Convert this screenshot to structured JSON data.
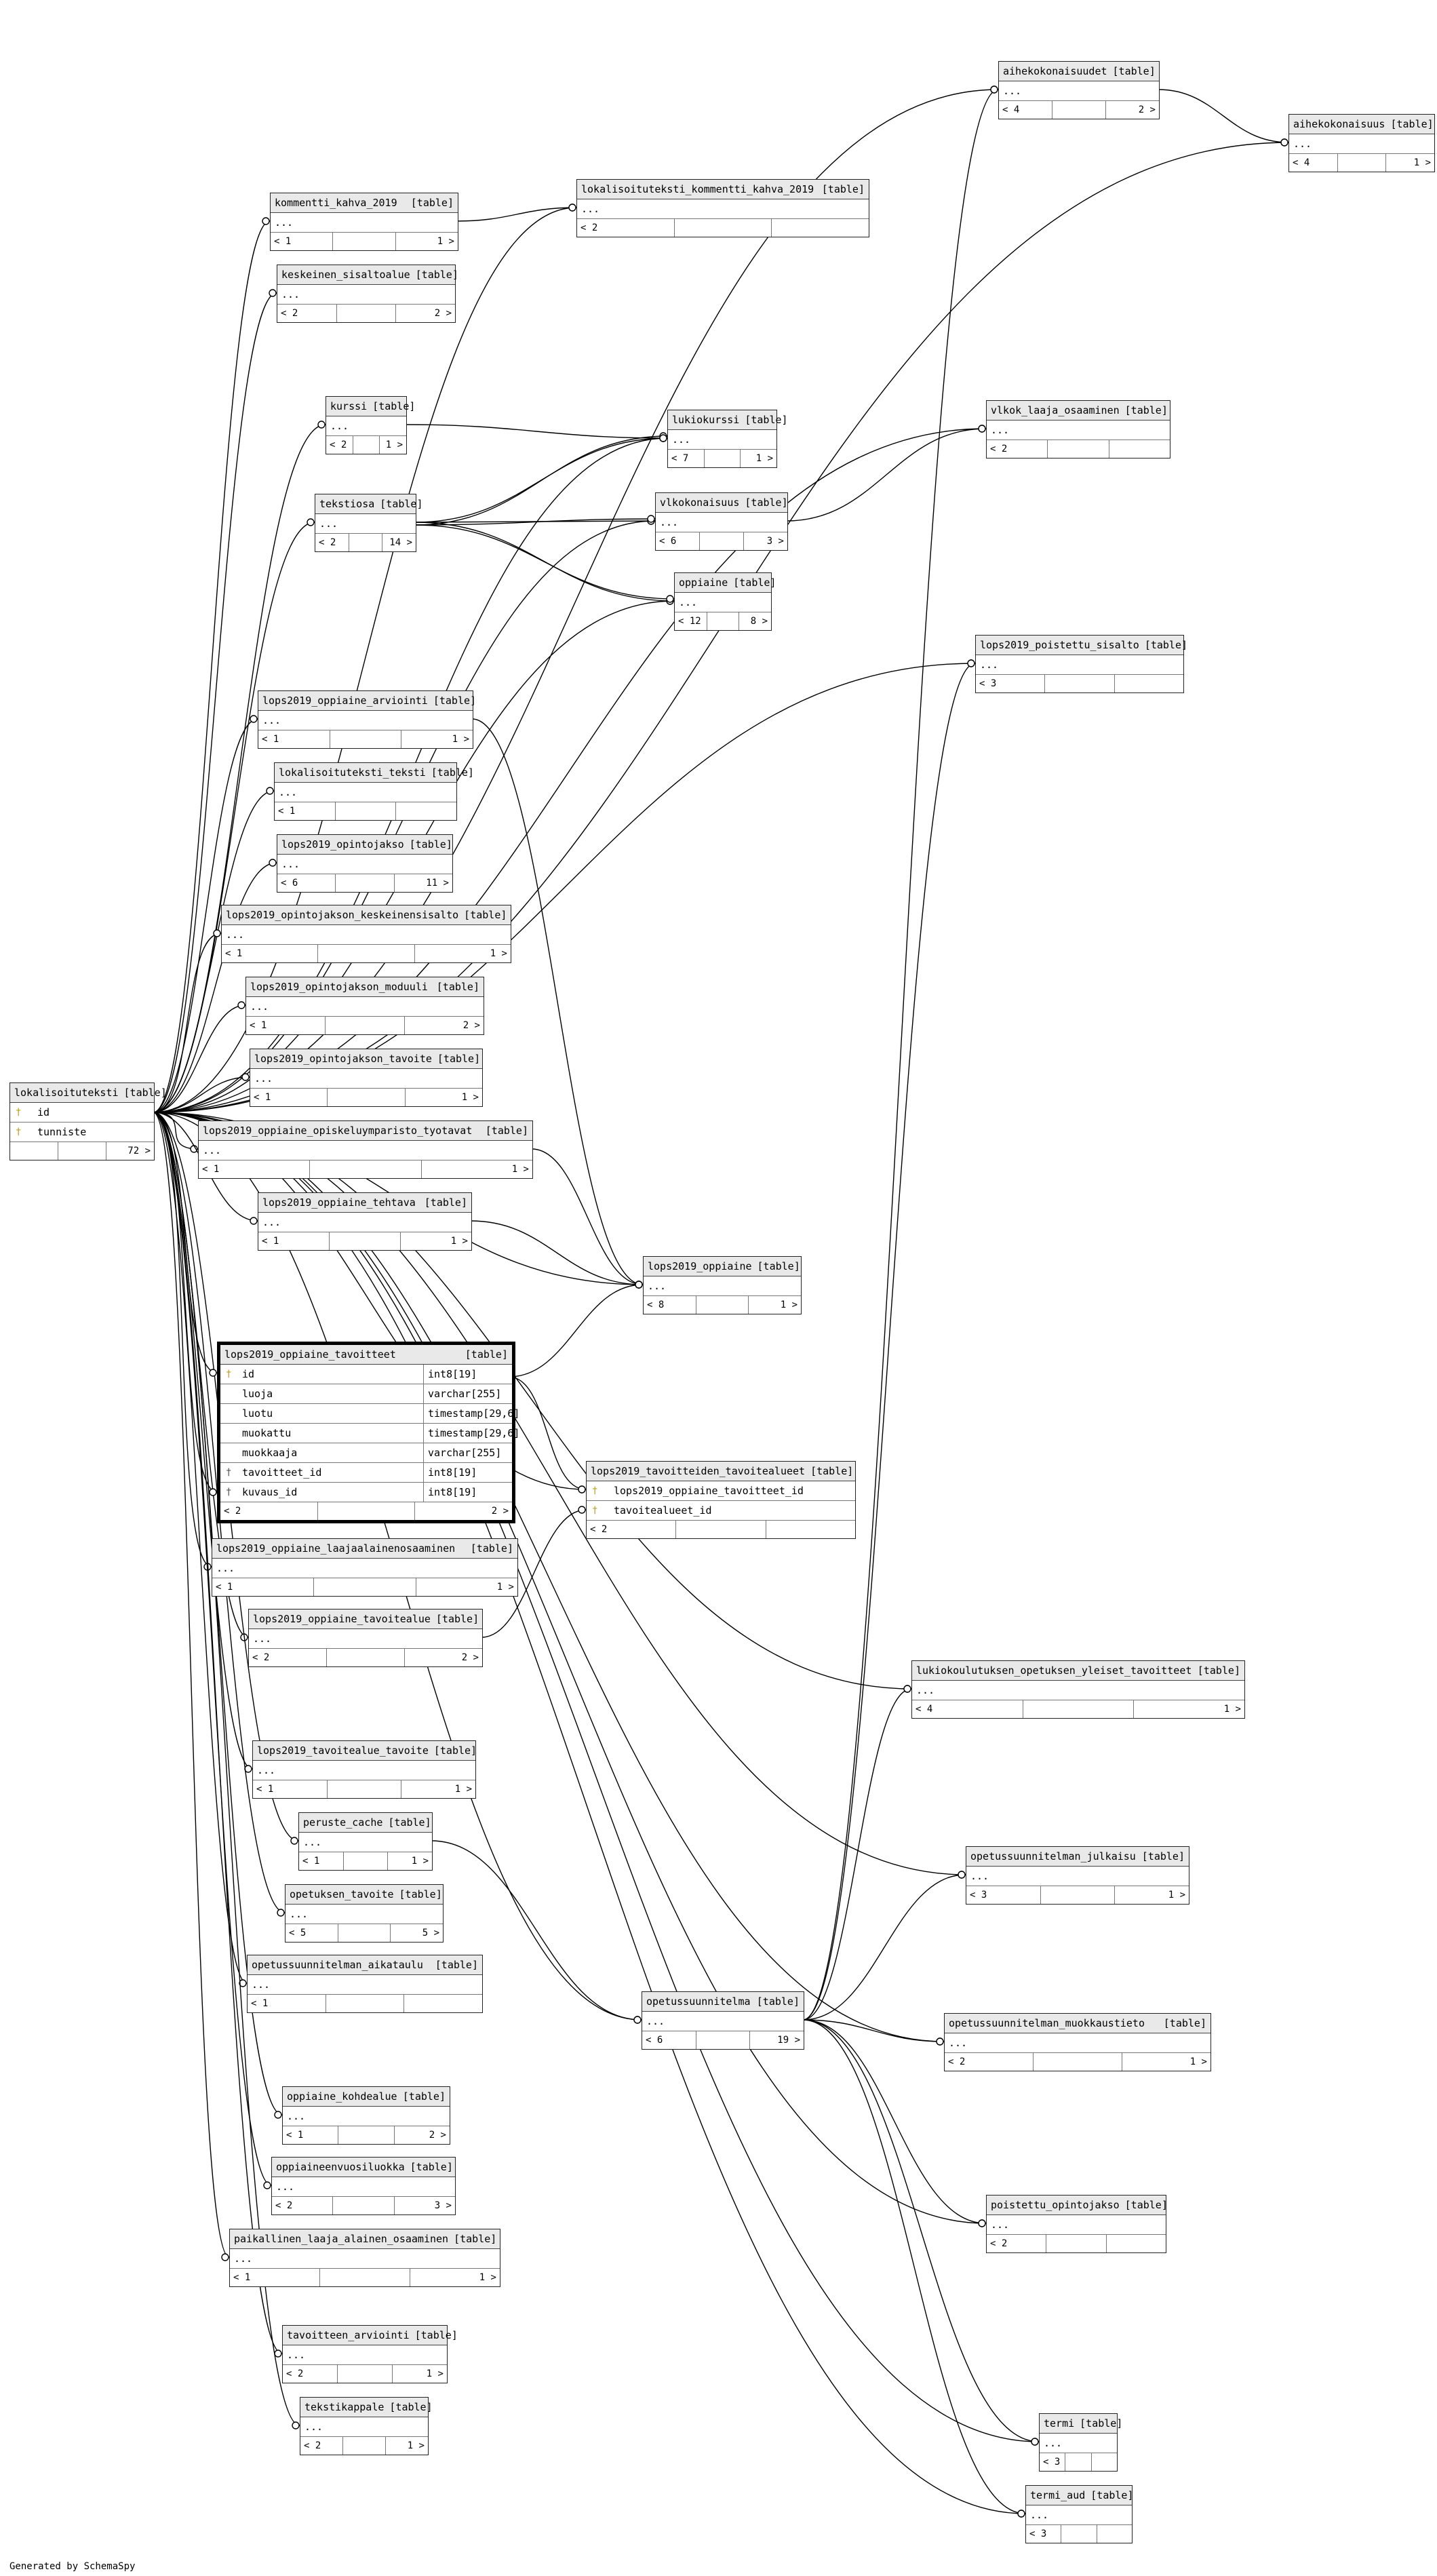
{
  "diagram": {
    "credit": "Generated by SchemaSpy",
    "type_label": "[table]",
    "focus_table": {
      "name": "lops2019_oppiaine_tavoitteet",
      "columns": [
        {
          "name": "id",
          "type": "int8[19]",
          "key": "pk"
        },
        {
          "name": "luoja",
          "type": "varchar[255]",
          "key": ""
        },
        {
          "name": "luotu",
          "type": "timestamp[29,6]",
          "key": ""
        },
        {
          "name": "muokattu",
          "type": "timestamp[29,6]",
          "key": ""
        },
        {
          "name": "muokkaaja",
          "type": "varchar[255]",
          "key": ""
        },
        {
          "name": "tavoitteet_id",
          "type": "int8[19]",
          "key": "fk"
        },
        {
          "name": "kuvaus_id",
          "type": "int8[19]",
          "key": "fk"
        }
      ],
      "footer": [
        "< 2",
        "",
        "2 >"
      ]
    },
    "tables": [
      {
        "name": "aihekokonaisuudet",
        "rows": [
          "..."
        ],
        "footer": [
          "< 4",
          "",
          "2 >"
        ]
      },
      {
        "name": "aihekokonaisuus",
        "rows": [
          "..."
        ],
        "footer": [
          "< 4",
          "",
          "1 >"
        ]
      },
      {
        "name": "kommentti_kahva_2019",
        "rows": [
          "..."
        ],
        "footer": [
          "< 1",
          "",
          "1 >"
        ]
      },
      {
        "name": "lokalisoituteksti_kommentti_kahva_2019",
        "rows": [
          "..."
        ],
        "footer": [
          "< 2",
          "",
          ""
        ]
      },
      {
        "name": "keskeinen_sisaltoalue",
        "rows": [
          "..."
        ],
        "footer": [
          "< 2",
          "",
          "2 >"
        ]
      },
      {
        "name": "kurssi",
        "rows": [
          "..."
        ],
        "footer": [
          "< 2",
          "",
          "1 >"
        ]
      },
      {
        "name": "lukiokurssi",
        "rows": [
          "..."
        ],
        "footer": [
          "< 7",
          "",
          "1 >"
        ]
      },
      {
        "name": "vlkok_laaja_osaaminen",
        "rows": [
          "..."
        ],
        "footer": [
          "< 2",
          "",
          ""
        ]
      },
      {
        "name": "tekstiosa",
        "rows": [
          "..."
        ],
        "footer": [
          "< 2",
          "",
          "14 >"
        ]
      },
      {
        "name": "vlkokonaisuus",
        "rows": [
          "..."
        ],
        "footer": [
          "< 6",
          "",
          "3 >"
        ]
      },
      {
        "name": "oppiaine",
        "rows": [
          "..."
        ],
        "footer": [
          "< 12",
          "",
          "8 >"
        ]
      },
      {
        "name": "lops2019_poistettu_sisalto",
        "rows": [
          "..."
        ],
        "footer": [
          "< 3",
          "",
          ""
        ]
      },
      {
        "name": "lops2019_oppiaine_arviointi",
        "rows": [
          "..."
        ],
        "footer": [
          "< 1",
          "",
          "1 >"
        ]
      },
      {
        "name": "lokalisoituteksti_teksti",
        "rows": [
          "..."
        ],
        "footer": [
          "< 1",
          "",
          ""
        ]
      },
      {
        "name": "lops2019_opintojakso",
        "rows": [
          "..."
        ],
        "footer": [
          "< 6",
          "",
          "11 >"
        ]
      },
      {
        "name": "lops2019_opintojakson_keskeinensisalto",
        "rows": [
          "..."
        ],
        "footer": [
          "< 1",
          "",
          "1 >"
        ]
      },
      {
        "name": "lops2019_opintojakson_moduuli",
        "rows": [
          "..."
        ],
        "footer": [
          "< 1",
          "",
          "2 >"
        ]
      },
      {
        "name": "lops2019_opintojakson_tavoite",
        "rows": [
          "..."
        ],
        "footer": [
          "< 1",
          "",
          "1 >"
        ]
      },
      {
        "name": "lokalisoituteksti",
        "rows": [
          "id",
          "tunniste"
        ],
        "footer": [
          "",
          "",
          "72 >"
        ]
      },
      {
        "name": "lops2019_oppiaine_opiskeluymparisto_tyotavat",
        "rows": [
          "..."
        ],
        "footer": [
          "< 1",
          "",
          "1 >"
        ]
      },
      {
        "name": "lops2019_oppiaine_tehtava",
        "rows": [
          "..."
        ],
        "footer": [
          "< 1",
          "",
          "1 >"
        ]
      },
      {
        "name": "lops2019_oppiaine",
        "rows": [
          "..."
        ],
        "footer": [
          "< 8",
          "",
          "1 >"
        ]
      },
      {
        "name": "lops2019_tavoitteiden_tavoitealueet",
        "rows": [
          "lops2019_oppiaine_tavoitteet_id",
          "tavoitealueet_id"
        ],
        "footer": [
          "< 2",
          "",
          ""
        ]
      },
      {
        "name": "lops2019_oppiaine_laajaalainenosaaminen",
        "rows": [
          "..."
        ],
        "footer": [
          "< 1",
          "",
          "1 >"
        ]
      },
      {
        "name": "lops2019_oppiaine_tavoitealue",
        "rows": [
          "..."
        ],
        "footer": [
          "< 2",
          "",
          "2 >"
        ]
      },
      {
        "name": "lukiokoulutuksen_opetuksen_yleiset_tavoitteet",
        "rows": [
          "..."
        ],
        "footer": [
          "< 4",
          "",
          "1 >"
        ]
      },
      {
        "name": "lops2019_tavoitealue_tavoite",
        "rows": [
          "..."
        ],
        "footer": [
          "< 1",
          "",
          "1 >"
        ]
      },
      {
        "name": "peruste_cache",
        "rows": [
          "..."
        ],
        "footer": [
          "< 1",
          "",
          "1 >"
        ]
      },
      {
        "name": "opetussuunnitelman_julkaisu",
        "rows": [
          "..."
        ],
        "footer": [
          "< 3",
          "",
          "1 >"
        ]
      },
      {
        "name": "opetuksen_tavoite",
        "rows": [
          "..."
        ],
        "footer": [
          "< 5",
          "",
          "5 >"
        ]
      },
      {
        "name": "opetussuunnitelman_aikataulu",
        "rows": [
          "..."
        ],
        "footer": [
          "< 1",
          "",
          ""
        ]
      },
      {
        "name": "opetussuunnitelma",
        "rows": [
          "..."
        ],
        "footer": [
          "< 6",
          "",
          "19 >"
        ]
      },
      {
        "name": "opetussuunnitelman_muokkaustieto",
        "rows": [
          "..."
        ],
        "footer": [
          "< 2",
          "",
          "1 >"
        ]
      },
      {
        "name": "oppiaine_kohdealue",
        "rows": [
          "..."
        ],
        "footer": [
          "< 1",
          "",
          "2 >"
        ]
      },
      {
        "name": "oppiaineenvuosiluokka",
        "rows": [
          "..."
        ],
        "footer": [
          "< 2",
          "",
          "3 >"
        ]
      },
      {
        "name": "poistettu_opintojakso",
        "rows": [
          "..."
        ],
        "footer": [
          "< 2",
          "",
          ""
        ]
      },
      {
        "name": "paikallinen_laaja_alainen_osaaminen",
        "rows": [
          "..."
        ],
        "footer": [
          "< 1",
          "",
          "1 >"
        ]
      },
      {
        "name": "tavoitteen_arviointi",
        "rows": [
          "..."
        ],
        "footer": [
          "< 2",
          "",
          "1 >"
        ]
      },
      {
        "name": "termi",
        "rows": [
          "..."
        ],
        "footer": [
          "< 3",
          "",
          ""
        ]
      },
      {
        "name": "tekstikappale",
        "rows": [
          "..."
        ],
        "footer": [
          "< 2",
          "",
          "1 >"
        ]
      },
      {
        "name": "termi_aud",
        "rows": [
          "..."
        ],
        "footer": [
          "< 3",
          "",
          ""
        ]
      }
    ]
  }
}
